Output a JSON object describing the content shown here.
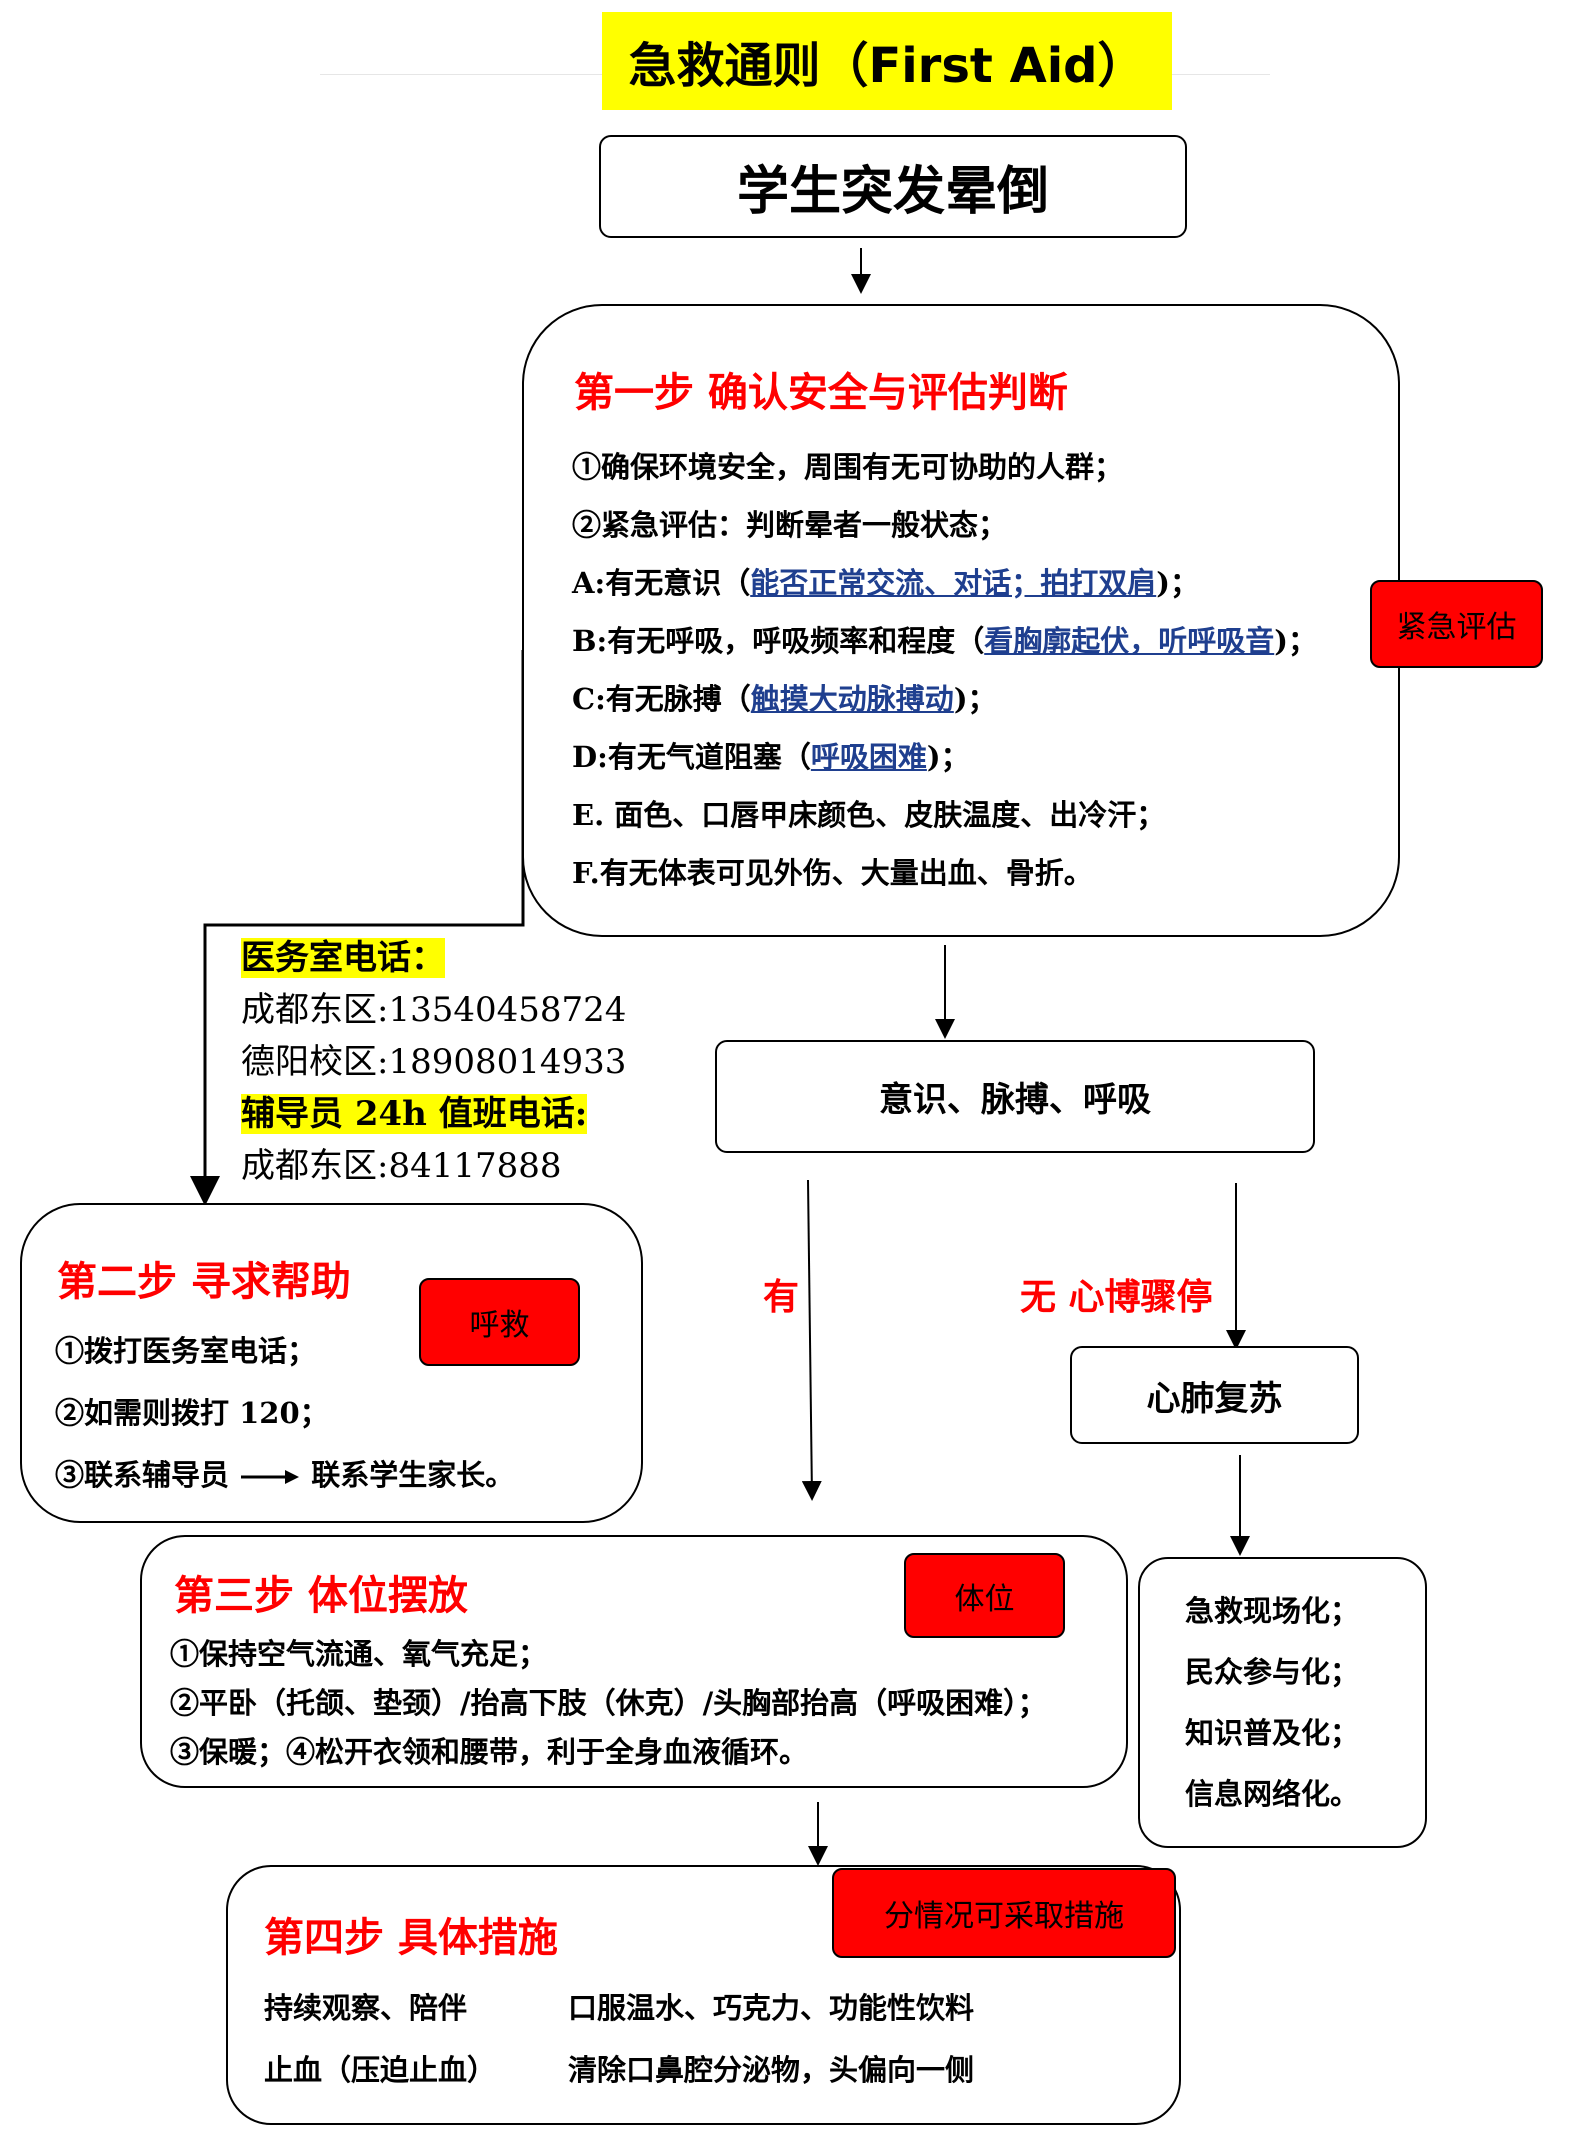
{
  "title": "急救通则（First Aid）",
  "start": "学生突发晕倒",
  "step1": {
    "heading": "第一步  确认安全与评估判断",
    "line1": "①确保环境安全，周围有无可协助的人群；",
    "line2": "②紧急评估：判断晕者一般状态；",
    "a_pre": "A:有无意识（",
    "a_link": "能否正常交流、对话；拍打双肩",
    "a_post": ")；",
    "b_pre": "B:有无呼吸，呼吸频率和程度（",
    "b_link": "看胸廓起伏，听呼吸音",
    "b_post": ")；",
    "c_pre": "C:有无脉搏（",
    "c_link": "触摸大动脉搏动",
    "c_post": ")；",
    "d_pre": "D:有无气道阻塞（",
    "d_link": "呼吸困难",
    "d_post": ")；",
    "e": "E. 面色、口唇甲床颜色、皮肤温度、出冷汗；",
    "f": "F.有无体表可见外伤、大量出血、骨折。",
    "tag": "紧急评估"
  },
  "phones": {
    "clinic_label": "医务室电话：",
    "clinic_east": "成都东区:13540458724",
    "clinic_deyang": "德阳校区:18908014933",
    "counselor_label": "辅导员 24h 值班电话:",
    "counselor_east": "成都东区:84117888"
  },
  "check": "意识、脉搏、呼吸",
  "branch_yes": "有",
  "branch_no": "无  心博骤停",
  "cpr": "心肺复苏",
  "step2": {
    "heading": "第二步  寻求帮助",
    "line1": "①拨打医务室电话；",
    "line2": "②如需则拨打 120；",
    "line3_a": "③联系辅导员",
    "line3_b": "联系学生家长。",
    "tag": "呼救"
  },
  "step3": {
    "heading": "第三步  体位摆放",
    "line1": "①保持空气流通、氧气充足；",
    "line2": "②平卧（托颌、垫颈）/抬高下肢（休克）/头胸部抬高（呼吸困难）；",
    "line3": "③保暖；④松开衣领和腰带，利于全身血液循环。",
    "tag": "体位"
  },
  "cpr_notes": [
    "急救现场化；",
    "民众参与化；",
    "知识普及化；",
    "信息网络化。"
  ],
  "step4": {
    "heading": "第四步  具体措施",
    "tag": "分情况可采取措施",
    "r1c1": "持续观察、陪伴",
    "r1c2": "口服温水、巧克力、功能性饮料",
    "r2c1": "止血（压迫止血）",
    "r2c2": "清除口鼻腔分泌物，头偏向一侧"
  }
}
